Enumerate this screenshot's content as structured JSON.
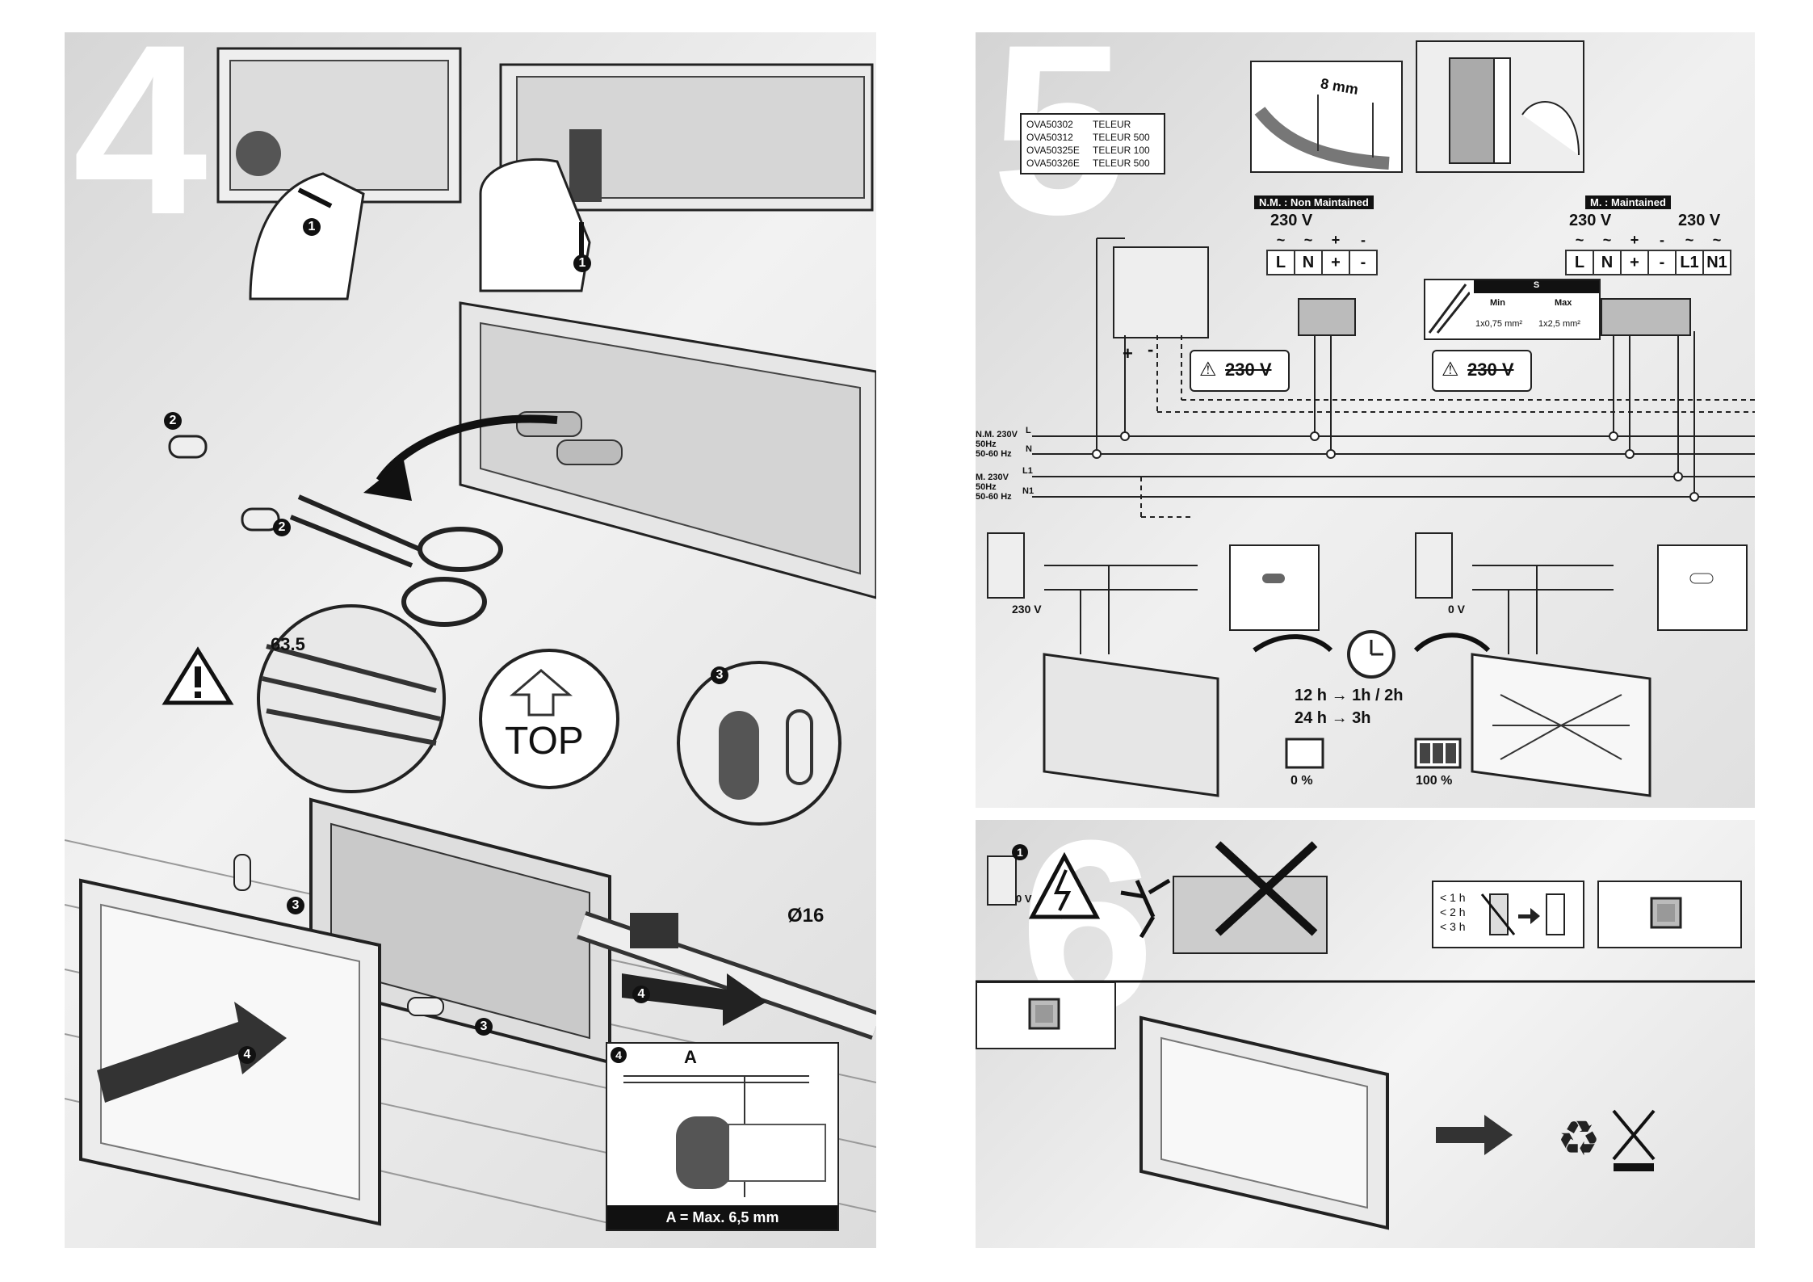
{
  "step4": {
    "number": "4",
    "callouts": {
      "one": "1",
      "two": "2",
      "three": "3",
      "four": "4"
    },
    "dim_635": "63.5",
    "top_label": "TOP",
    "cable_diameter": "Ø16",
    "inset_label_a": "A",
    "inset_caption": "A = Max. 6,5 mm"
  },
  "step5": {
    "number": "5",
    "strip_length": "8 mm",
    "models": [
      {
        "code": "OVA50302",
        "name": "TELEUR"
      },
      {
        "code": "OVA50312",
        "name": "TELEUR 500"
      },
      {
        "code": "OVA50325E",
        "name": "TELEUR 100"
      },
      {
        "code": "OVA50326E",
        "name": "TELEUR 500"
      }
    ],
    "nm": {
      "title": "N.M. : Non Maintained",
      "voltage": "230 V",
      "symbols": [
        "~",
        "~",
        "+",
        "-"
      ],
      "terminals": [
        "L",
        "N",
        "+",
        "-"
      ]
    },
    "m": {
      "title": "M. : Maintained",
      "voltage_left": "230 V",
      "voltage_right": "230 V",
      "symbols": [
        "~",
        "~",
        "+",
        "-",
        "~",
        "~"
      ],
      "terminals": [
        "L",
        "N",
        "+",
        "-",
        "L1",
        "N1"
      ]
    },
    "section_table": {
      "header": "S",
      "min_label": "Min",
      "max_label": "Max",
      "min_value": "1x0,75 mm²",
      "max_value": "1x2,5 mm²"
    },
    "warning_voltage": "230 V",
    "plus": "+",
    "minus": "-",
    "supply_nm": {
      "label": "N.M. 230V",
      "freq1": "50Hz",
      "freq2": "50-60 Hz",
      "L": "L",
      "N": "N"
    },
    "supply_m": {
      "label": "M. 230V",
      "freq1": "50Hz",
      "freq2": "50-60 Hz",
      "L1": "L1",
      "N1": "N1"
    },
    "breaker_on": "230 V",
    "breaker_off": "0 V",
    "charge_line1": "12 h → 1h / 2h",
    "charge_line2": "24 h → 3h",
    "battery_empty": "0 %",
    "battery_full": "100 %"
  },
  "step6": {
    "number": "6",
    "callout_one": "1",
    "breaker_off": "0 V",
    "durations": [
      "< 1 h",
      "< 2 h",
      "< 3 h"
    ]
  }
}
